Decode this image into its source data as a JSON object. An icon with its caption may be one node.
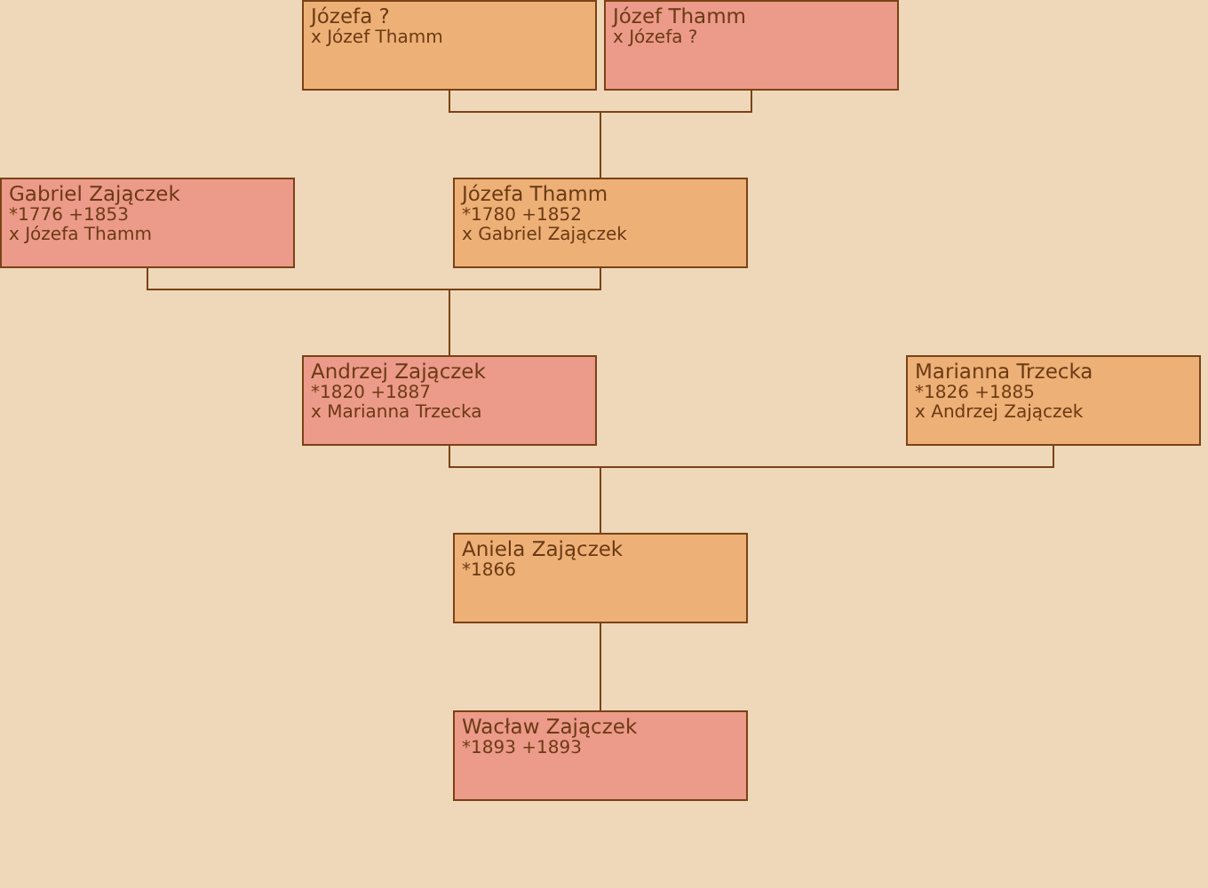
{
  "diagram": {
    "nodes": [
      {
        "text": [
          "Józefa ?",
          "x Józef Thamm"
        ]
      },
      {
        "text": [
          "Józef Thamm",
          "x Józefa ?"
        ]
      },
      {
        "text": [
          "Gabriel Zajączek",
          "*1776 +1853",
          "x Józefa Thamm"
        ]
      },
      {
        "text": [
          "Józefa Thamm",
          "*1780 +1852",
          "x Gabriel Zajączek"
        ]
      },
      {
        "text": [
          "Andrzej Zajączek",
          "*1820 +1887",
          "x Marianna Trzecka"
        ]
      },
      {
        "text": [
          "Marianna Trzecka",
          "*1826 +1885",
          "x Andrzej Zajączek"
        ]
      },
      {
        "text": [
          "Aniela Zajączek",
          "*1866"
        ]
      },
      {
        "text": [
          "Wacław Zajączek",
          "*1893 +1893"
        ]
      }
    ],
    "edges": [
      {
        "from": 0,
        "to": 3,
        "arrow": "none"
      },
      {
        "from": 1,
        "to": 3,
        "arrow": "none"
      },
      {
        "from": 2,
        "to": 4,
        "arrow": "none"
      },
      {
        "from": 3,
        "to": 4,
        "arrow": "none"
      },
      {
        "from": 4,
        "to": 6,
        "arrow": "none"
      },
      {
        "from": 5,
        "to": 6,
        "arrow": "none"
      },
      {
        "from": 6,
        "to": 7,
        "arrow": "none"
      }
    ]
  }
}
